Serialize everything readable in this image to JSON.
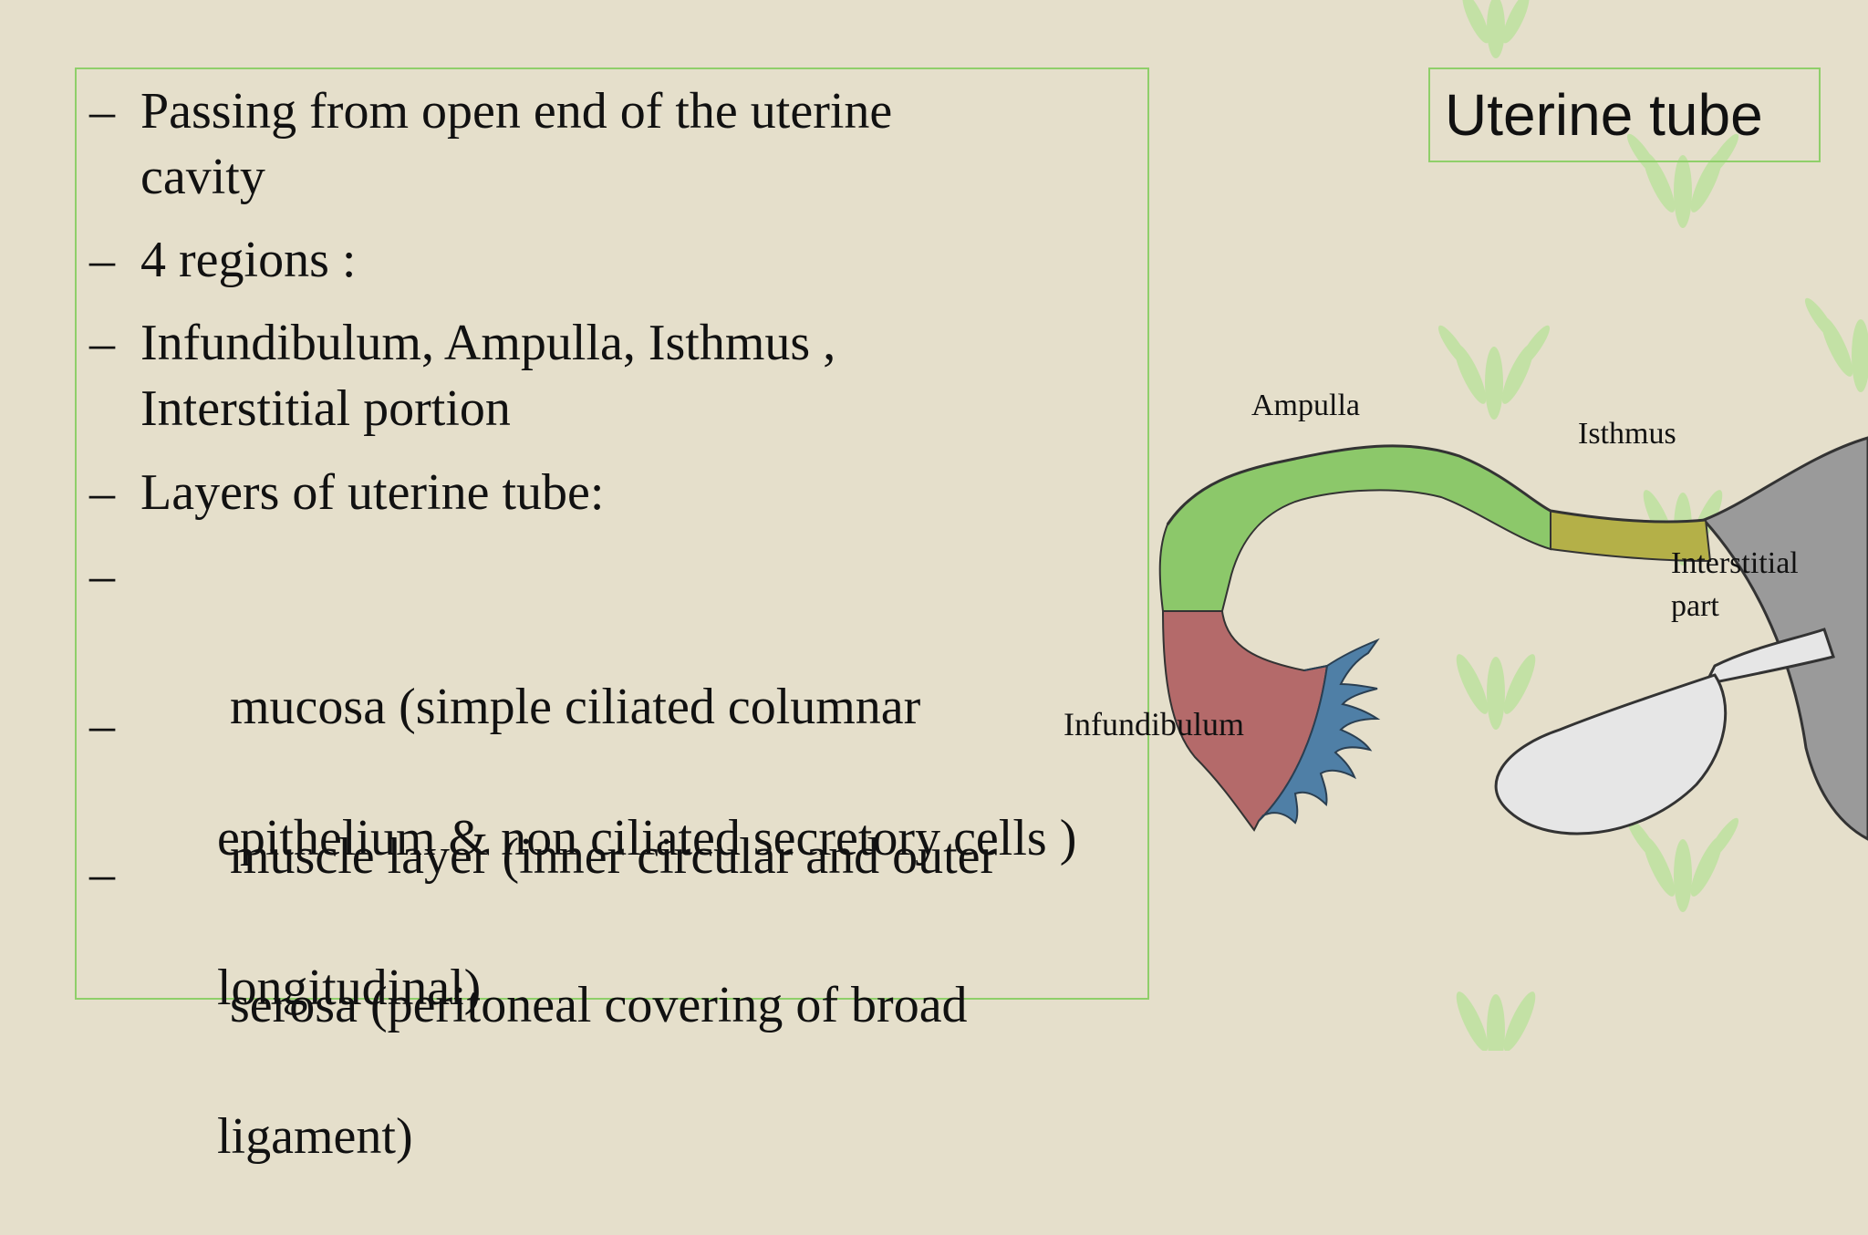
{
  "slide": {
    "title": "Uterine tube",
    "bullet_marker": "–",
    "bullets": [
      {
        "line1": "Passing from open end of the uterine",
        "line2": "cavity"
      },
      {
        "line1": "4 regions :",
        "line2": ""
      },
      {
        "line1": "Infundibulum, Ampulla, Isthmus ,",
        "line2": "Interstitial portion"
      },
      {
        "line1": "Layers of uterine tube:",
        "line2": ""
      },
      {
        "line1": " mucosa (simple ciliated columnar",
        "line2": "epithelium & non ciliated secretory cells )"
      },
      {
        "line1": " muscle layer (inner circular and outer",
        "line2": "longitudinal)"
      },
      {
        "line1": " serosa (peritoneal covering of broad",
        "line2": "ligament)"
      }
    ]
  },
  "diagram": {
    "labels": {
      "ampulla": "Ampulla",
      "isthmus": "Isthmus",
      "interstitial_line1": "Interstitial",
      "interstitial_line2": "part",
      "infundibulum": "Infundibulum"
    },
    "colors": {
      "ampulla": "#8cc86a",
      "isthmus": "#b4b048",
      "infundibulum": "#b46a6a",
      "fimbriae": "#4f7fa6",
      "uterus": "#9a9a9a",
      "ovary": "#e6e6e6"
    }
  },
  "theme": {
    "background": "#e5dfcb",
    "accent": "#8fcf6a",
    "leaf": "#b7df9a"
  }
}
